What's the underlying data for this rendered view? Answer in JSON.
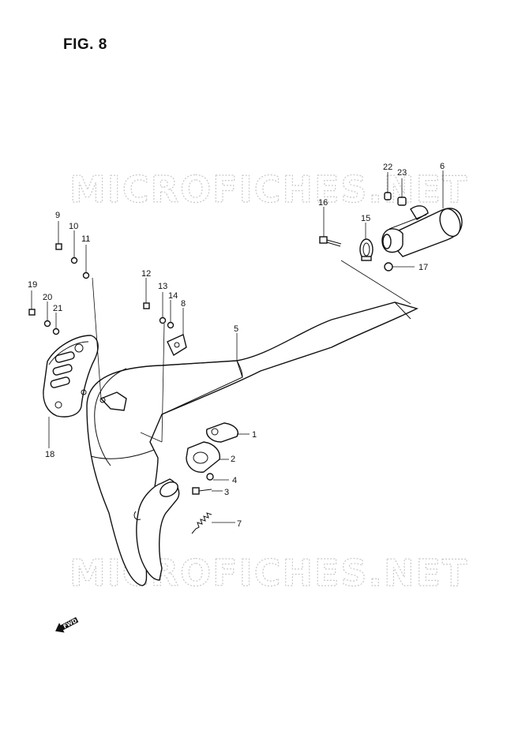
{
  "figure": {
    "title": "FIG. 8"
  },
  "watermark": {
    "text": "MICROFICHES.NET"
  },
  "fwd_label": "FWD",
  "callouts": {
    "c1": "1",
    "c2": "2",
    "c3": "3",
    "c4": "4",
    "c5": "5",
    "c6": "6",
    "c7": "7",
    "c8": "8",
    "c9": "9",
    "c10": "10",
    "c11": "11",
    "c12": "12",
    "c13": "13",
    "c14": "14",
    "c15": "15",
    "c16": "16",
    "c17": "17",
    "c18": "18",
    "c19": "19",
    "c20": "20",
    "c21": "21",
    "c22": "22",
    "c23": "23"
  },
  "icons": {
    "fwd": "fwd-arrow-icon"
  }
}
